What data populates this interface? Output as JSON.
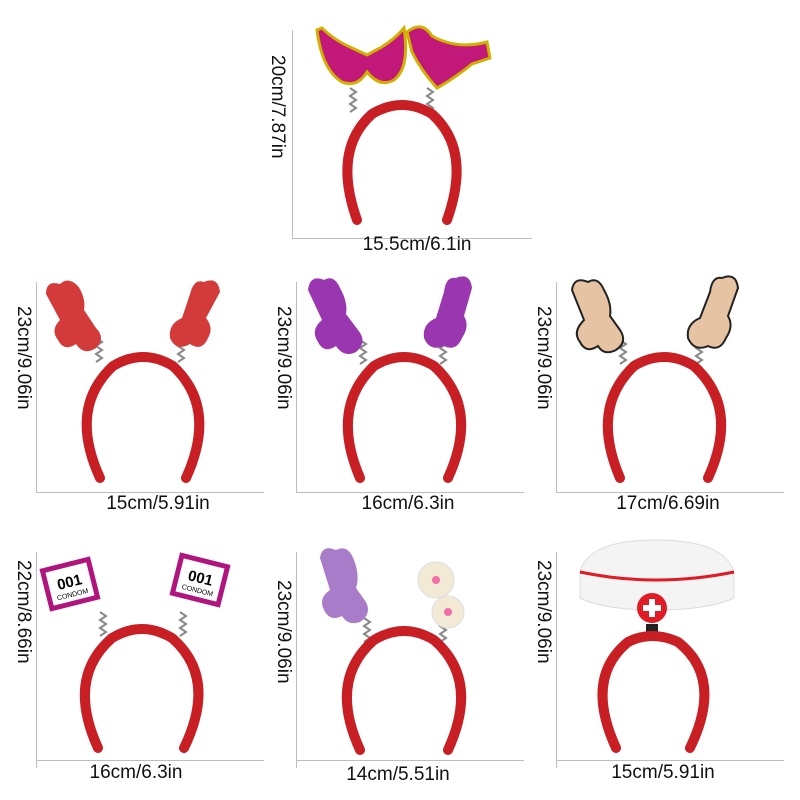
{
  "products": [
    {
      "id": "bikini",
      "width_label": "15.5cm/6.1in",
      "height_label": "20cm/7.87in",
      "topper": "bikini",
      "color": "#c2187a"
    },
    {
      "id": "red-glitter",
      "width_label": "15cm/5.91in",
      "height_label": "23cm/9.06in",
      "topper": "penis",
      "color": "#d33a3a"
    },
    {
      "id": "purple-glitter",
      "width_label": "16cm/6.3in",
      "height_label": "23cm/9.06in",
      "topper": "penis",
      "color": "#9a36b0"
    },
    {
      "id": "beige-glitter",
      "width_label": "17cm/6.69in",
      "height_label": "23cm/9.06in",
      "topper": "penis",
      "color": "#e6c3a2"
    },
    {
      "id": "condom-sign",
      "width_label": "16cm/6.3in",
      "height_label": "22cm/8.66in",
      "topper": "sign",
      "color": "#b0157d",
      "sign_text": "001",
      "sign_subtext": "CONDOM"
    },
    {
      "id": "lilac-boobs",
      "width_label": "14cm/5.51in",
      "height_label": "23cm/9.06in",
      "topper": "penis-breast",
      "color": "#a97cc9"
    },
    {
      "id": "nurse-hat",
      "width_label": "15cm/5.91in",
      "height_label": "23cm/9.06in",
      "topper": "nurse",
      "color": "#e01b24"
    }
  ],
  "headband_color": "#c81f25"
}
